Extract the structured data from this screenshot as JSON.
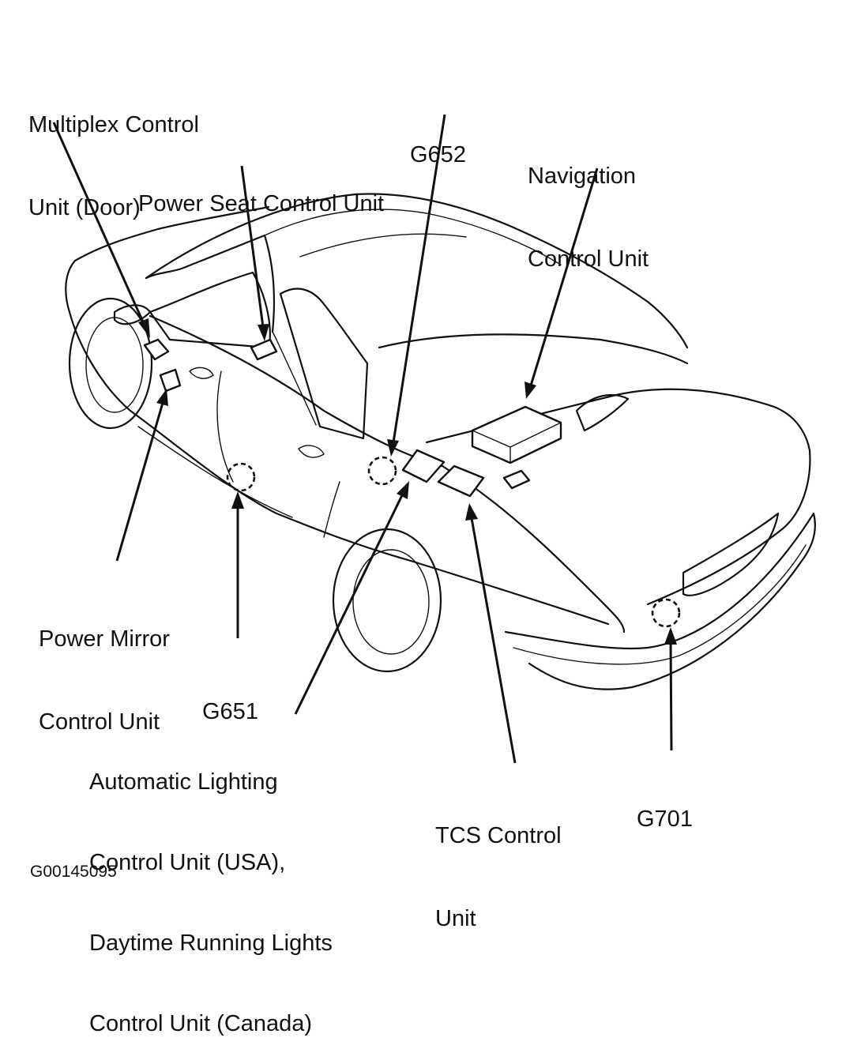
{
  "labels": {
    "multiplex": [
      "Multiplex Control",
      "Unit (Door)"
    ],
    "power_seat": [
      "Power Seat Control Unit"
    ],
    "g652": [
      "G652"
    ],
    "navigation": [
      "Navigation",
      "Control Unit"
    ],
    "power_mirror": [
      "Power Mirror",
      "Control Unit"
    ],
    "g651": [
      "G651"
    ],
    "auto_lighting": [
      "Automatic Lighting",
      "Control Unit (USA),",
      "Daytime Running Lights",
      "Control Unit (Canada)"
    ],
    "tcs": [
      "TCS Control",
      "Unit"
    ],
    "g701": [
      "G701"
    ]
  },
  "figure_code": "G00145095"
}
